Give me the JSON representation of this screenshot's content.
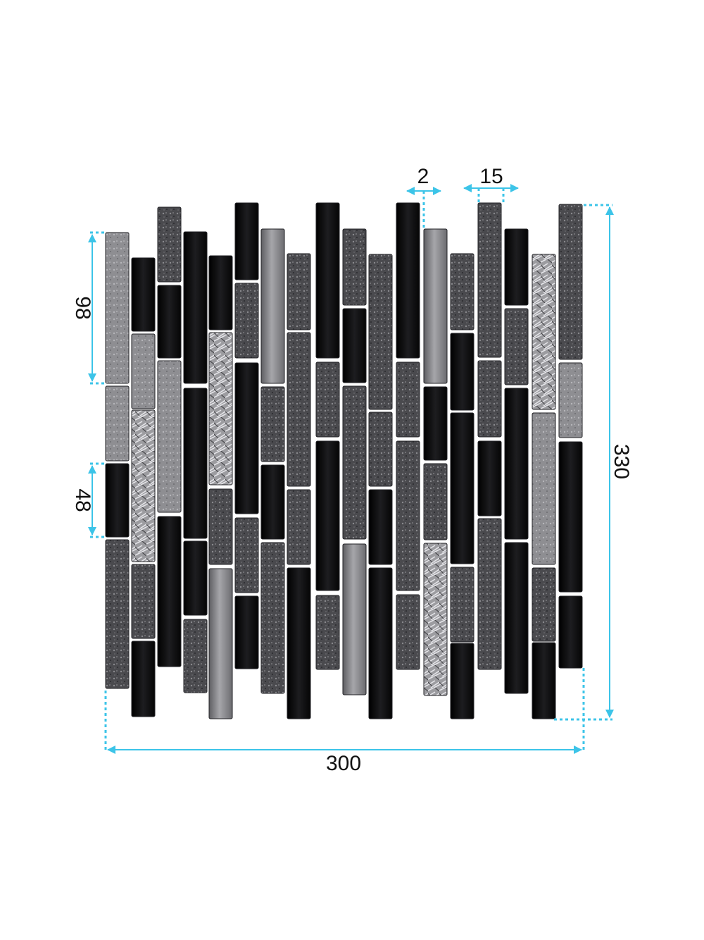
{
  "dimensions": {
    "width_label": "300",
    "height_label": "330",
    "long_tile_label": "98",
    "short_tile_label": "48",
    "gap_label": "2",
    "strip_width_label": "15"
  },
  "colors": {
    "dimension_line": "#3cc4e8",
    "black_glass": "#0b0b0d",
    "glitter": "#4b4b4f",
    "glitter_light": "#8c8c90",
    "silver_foil": "#a9a9ad",
    "metallic": "#8a8a8e",
    "grout": "#f2f2f2"
  },
  "icons": {
    "arrow": "dimension-arrow-icon"
  }
}
